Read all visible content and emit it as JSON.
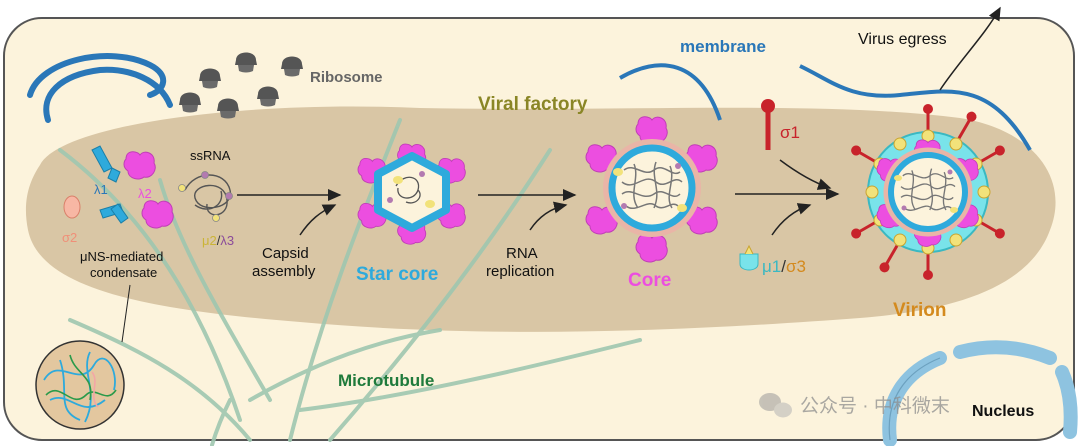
{
  "labels": {
    "ribosome": "Ribosome",
    "viral_factory": "Viral factory",
    "membrane": "membrane",
    "virus_egress": "Virus egress",
    "ssrna": "ssRNA",
    "lambda1": "λ1",
    "lambda2": "λ2",
    "sigma2": "σ2",
    "mu2": "μ2",
    "slash1": "/",
    "lambda3": "λ3",
    "condensate_line1": "μNS-mediated",
    "condensate_line2": "condensate",
    "capsid_line1": "Capsid",
    "capsid_line2": "assembly",
    "star_core": "Star core",
    "rna_line1": "RNA",
    "rna_line2": "replication",
    "core": "Core",
    "sigma1": "σ1",
    "mu1": "μ1",
    "slash2": "/",
    "sigma3": "σ3",
    "virion": "Virion",
    "microtubule": "Microtubule",
    "nucleus": "Nucleus",
    "watermark": "公众号 · 中科微末"
  },
  "colors": {
    "cell_fill": "#fcf3dc",
    "factory_fill": "#d9c6a5",
    "membrane": "#2a77b8",
    "capsid_blue": "#2eaadc",
    "magenta": "#ec4ee0",
    "yellow": "#f2e27a",
    "red": "#c8232b",
    "cyan": "#79e3ea",
    "microtubule": "#9fc7b0",
    "nucleus": "#8ec3e0",
    "label_olive": "#8a8626",
    "label_green": "#1f7a3b",
    "label_orange": "#d48a1e"
  },
  "icons": [
    "ribosome-icon",
    "wechat-icon",
    "arrow-icon"
  ]
}
